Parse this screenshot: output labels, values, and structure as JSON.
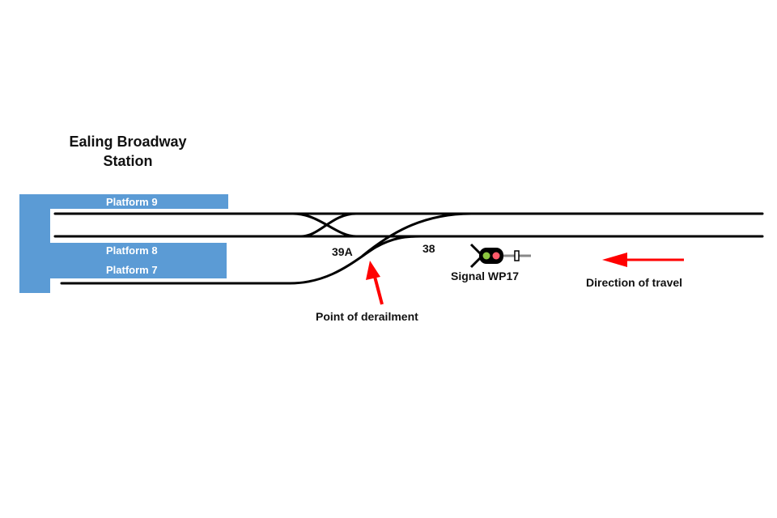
{
  "station": {
    "line1": "Ealing Broadway",
    "line2": "Station"
  },
  "platforms": [
    "Platform 9",
    "Platform 8",
    "Platform 7"
  ],
  "points": [
    "39A",
    "38"
  ],
  "signal": {
    "label": "Signal WP17",
    "lights": [
      "green",
      "red"
    ]
  },
  "annotations": {
    "derailment": "Point of derailment",
    "direction": "Direction of travel"
  },
  "colors": {
    "platform": "#5b9bd5",
    "track": "#000000",
    "arrow": "#ff0000",
    "signal_green": "#8dc63f",
    "signal_red": "#ff5a6a"
  }
}
